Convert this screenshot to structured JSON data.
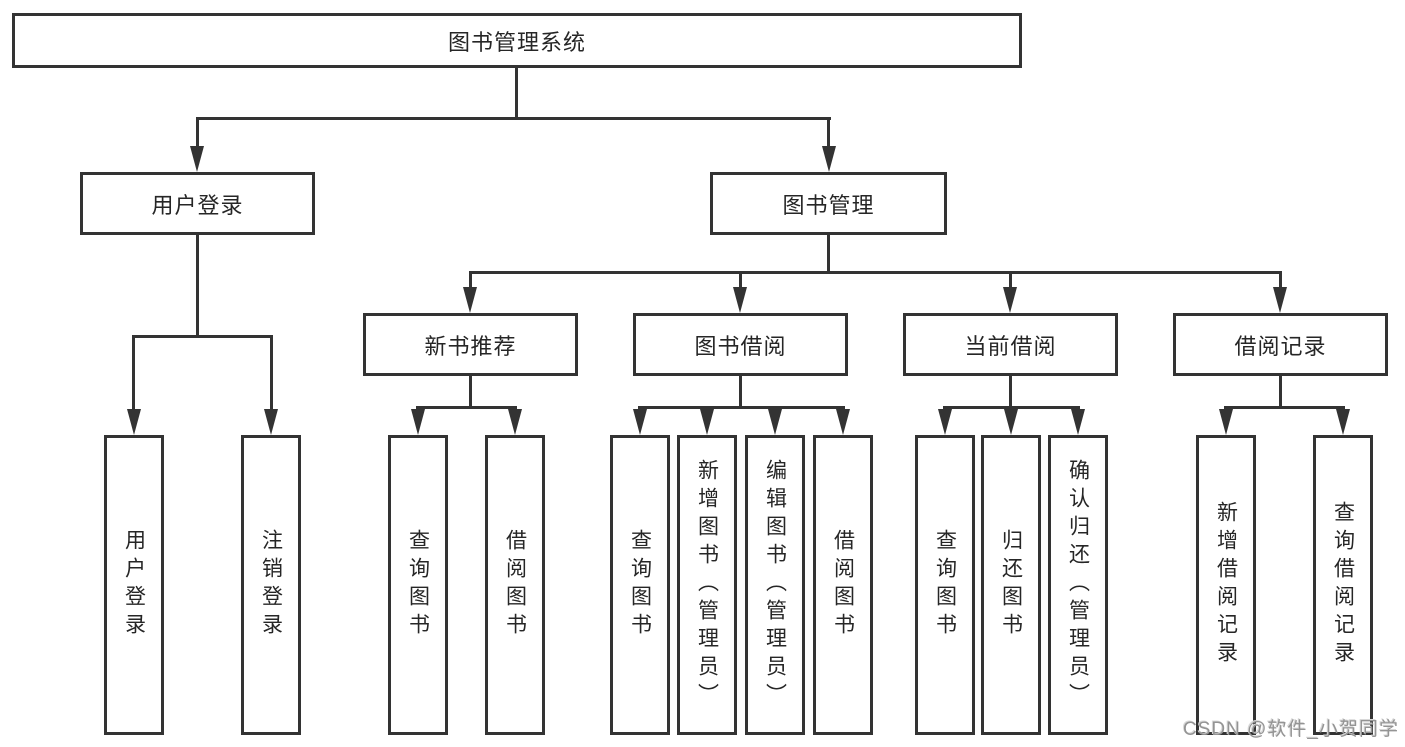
{
  "diagram": {
    "root": {
      "label": "图书管理系统"
    },
    "level2": [
      {
        "label": "用户登录"
      },
      {
        "label": "图书管理"
      }
    ],
    "level3": [
      {
        "label": "新书推荐"
      },
      {
        "label": "图书借阅"
      },
      {
        "label": "当前借阅"
      },
      {
        "label": "借阅记录"
      }
    ],
    "leaves": {
      "user_login": [
        "用户登录",
        "注销登录"
      ],
      "new_books": [
        "查询图书",
        "借阅图书"
      ],
      "book_borrow": [
        "查询图书",
        "新增图书（管理员）",
        "编辑图书（管理员）",
        "借阅图书"
      ],
      "current_borrow": [
        "查询图书",
        "归还图书",
        "确认归还（管理员）"
      ],
      "borrow_records": [
        "新增借阅记录",
        "查询借阅记录"
      ]
    }
  },
  "watermark": {
    "text": "CSDN @软件_小贺同学"
  },
  "colors": {
    "line": "#333333",
    "text": "#262626",
    "background": "#ffffff",
    "watermark": "#949494"
  }
}
